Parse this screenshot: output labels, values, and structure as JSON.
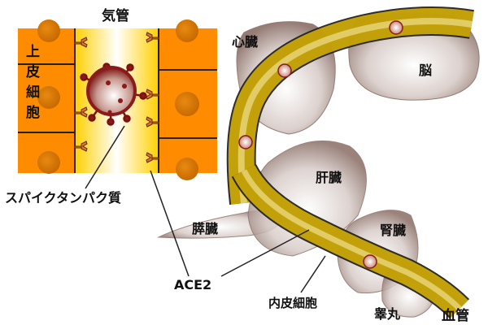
{
  "title_trachea": "気管",
  "epithelial_cell_label": "上\n皮\n細\n胞",
  "epithelial_chars": [
    "上",
    "皮",
    "細",
    "胞"
  ],
  "spike_protein_label": "スパイクタンパク質",
  "ace2_label": "ACE2",
  "endothelial_label": "内皮細胞",
  "blood_vessel_label": "血管",
  "organs": {
    "heart": "心臓",
    "brain": "脳",
    "liver": "肝臓",
    "pancreas": "膵臓",
    "kidney": "腎臓",
    "testis": "睾丸"
  },
  "colors": {
    "cell_orange": "#ff8c00",
    "nucleus": "#d9780a",
    "lumen_yellow": "#ffd400",
    "vessel_yellow": "#f5c800",
    "organ_gray": "#a8908a",
    "virus_red": "#8b1a1a",
    "receptor_orange": "#e8702a"
  }
}
